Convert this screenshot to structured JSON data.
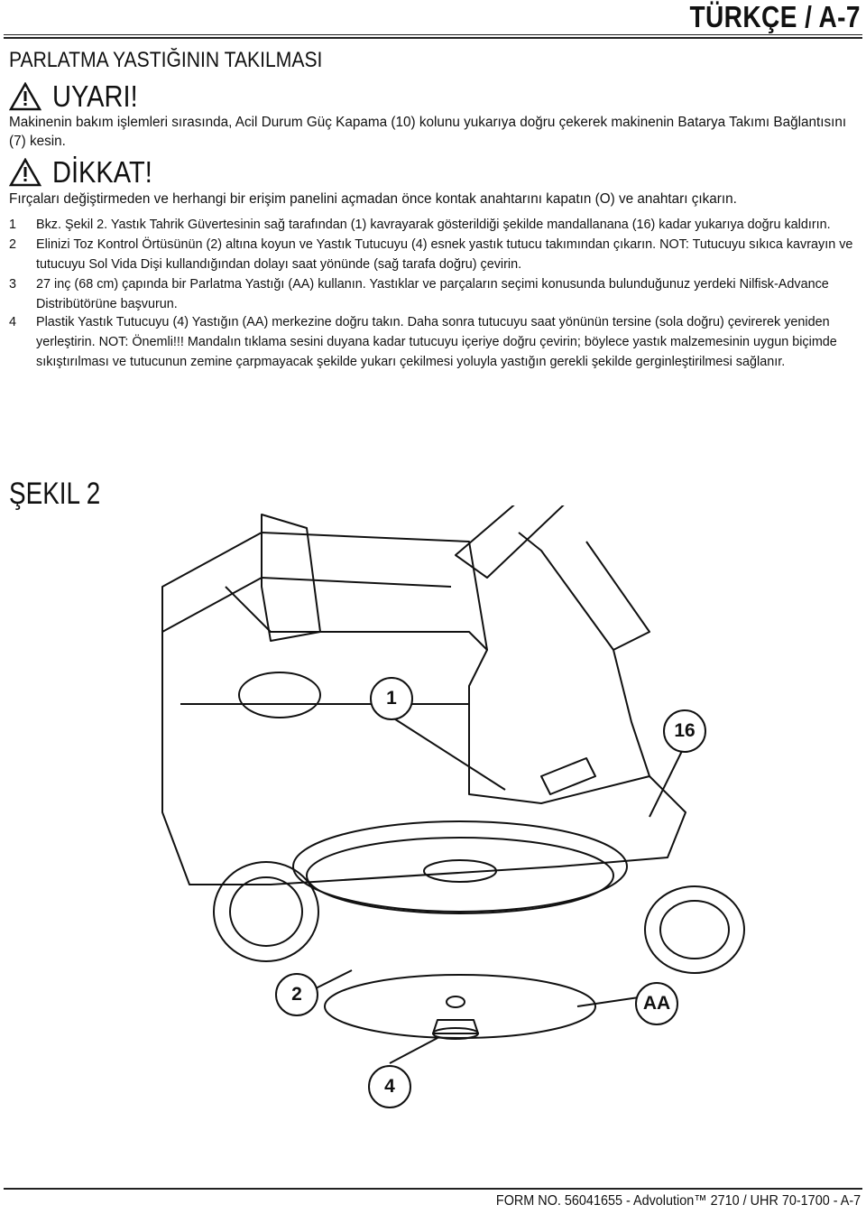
{
  "header": {
    "title": "TÜRKÇE / A-7"
  },
  "section": {
    "title": "PARLATMA YASTIĞININ TAKILMASI"
  },
  "warning": {
    "label": "UYARI!",
    "text": "Makinenin bakım işlemleri sırasında, Acil Durum Güç Kapama (10) kolunu yukarıya doğru çekerek makinenin Batarya Takımı Bağlantısını (7) kesin."
  },
  "caution": {
    "label": "DİKKAT!",
    "text": "Fırçaları değiştirmeden ve herhangi bir erişim panelini açmadan önce kontak anahtarını kapatın (O) ve anahtarı çıkarın."
  },
  "steps": [
    {
      "num": "1",
      "text": "Bkz. Şekil 2. Yastık Tahrik Güvertesinin sağ tarafından (1) kavrayarak gösterildiği şekilde mandallanana (16) kadar yukarıya doğru kaldırın."
    },
    {
      "num": "2",
      "text": "Elinizi Toz Kontrol Örtüsünün (2) altına koyun ve Yastık Tutucuyu (4) esnek yastık tutucu takımından çıkarın. NOT: Tutucuyu sıkıca kavrayın ve tutucuyu Sol Vida Dişi kullandığından dolayı saat yönünde (sağ tarafa doğru) çevirin."
    },
    {
      "num": "3",
      "text": "27 inç (68 cm) çapında bir Parlatma Yastığı (AA) kullanın. Yastıklar ve parçaların seçimi konusunda bulunduğunuz yerdeki Nilfisk-Advance Distribütörüne başvurun."
    },
    {
      "num": "4",
      "text": "Plastik Yastık Tutucuyu (4) Yastığın (AA) merkezine doğru takın. Daha sonra tutucuyu saat yönünün tersine (sola doğru) çevirerek yeniden yerleştirin. NOT: Önemli!!! Mandalın tıklama sesini duyana kadar tutucuyu içeriye doğru çevirin; böylece yastık malzemesinin uygun biçimde sıkıştırılması ve tutucunun zemine çarpmayacak şekilde yukarı çekilmesi yoluyla yastığın gerekli şekilde gerginleştirilmesi sağlanır."
    }
  ],
  "figure": {
    "title": "ŞEKIL 2",
    "callouts": [
      "1",
      "16",
      "2",
      "AA",
      "4"
    ]
  },
  "footer": {
    "text": "FORM NO. 56041655 - Advolution™ 2710 / UHR 70-1700 - A-7"
  },
  "icons": {
    "warning": "warning-triangle-icon"
  }
}
